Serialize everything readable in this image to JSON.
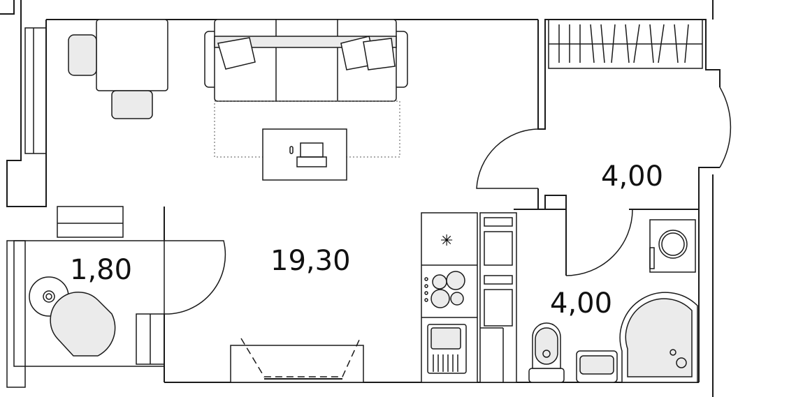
{
  "plan": {
    "rooms": [
      {
        "name": "living-room",
        "area": "19,30"
      },
      {
        "name": "balcony",
        "area": "1,80"
      },
      {
        "name": "hallway",
        "area": "4,00"
      },
      {
        "name": "bathroom",
        "area": "4,00"
      }
    ],
    "colors": {
      "line": "#1a1a1a",
      "fixture_fill": "#ebebeb",
      "background": "#ffffff"
    }
  }
}
